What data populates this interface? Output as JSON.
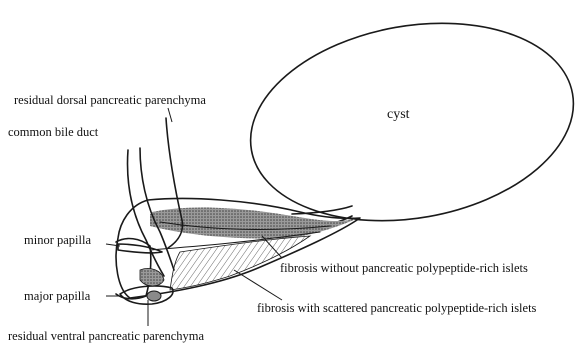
{
  "labels": {
    "residual_dorsal": "residual dorsal pancreatic parenchyma",
    "common_bile_duct": "common bile duct",
    "minor_papilla": "minor papilla",
    "major_papilla": "major papilla",
    "residual_ventral": "residual ventral pancreatic parenchyma",
    "cyst": "cyst",
    "fibrosis_without": "fibrosis without pancreatic polypeptide-rich islets",
    "fibrosis_with": "fibrosis with scattered pancreatic polypeptide-rich islets"
  },
  "colors": {
    "line": "#1a1a1a",
    "stipple": "#6b6b6b",
    "background": "#ffffff"
  }
}
